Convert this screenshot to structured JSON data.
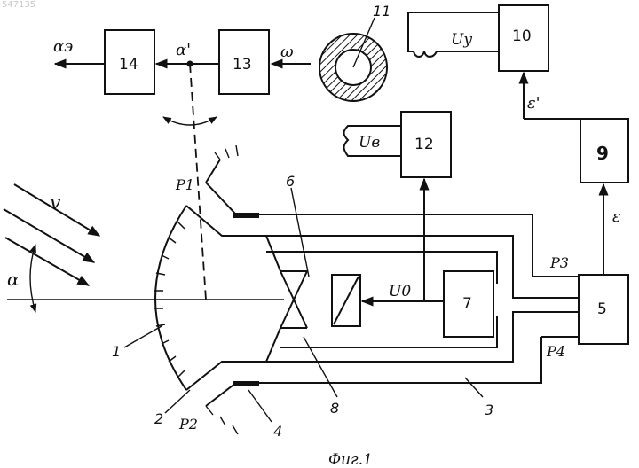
{
  "watermark": "547135",
  "caption": "Фиг.1",
  "blocks": {
    "b5": "5",
    "b7": "7",
    "b9": "9",
    "b10": "10",
    "b12": "12",
    "b13": "13",
    "b14": "14"
  },
  "labels": {
    "ring": "11",
    "part1": "1",
    "part2": "2",
    "part3": "3",
    "part4": "4",
    "part6": "6",
    "part8": "8",
    "flow": "v",
    "alpha": "α",
    "alpha_prime": "α'",
    "alpha_e": "αэ",
    "omega": "ω",
    "eps": "ε",
    "eps_prime": "ε'",
    "p1": "P1",
    "p2": "P2",
    "p3": "P3",
    "p4": "P4",
    "u0": "U0",
    "uv": "Uв",
    "uy": "Uу"
  }
}
